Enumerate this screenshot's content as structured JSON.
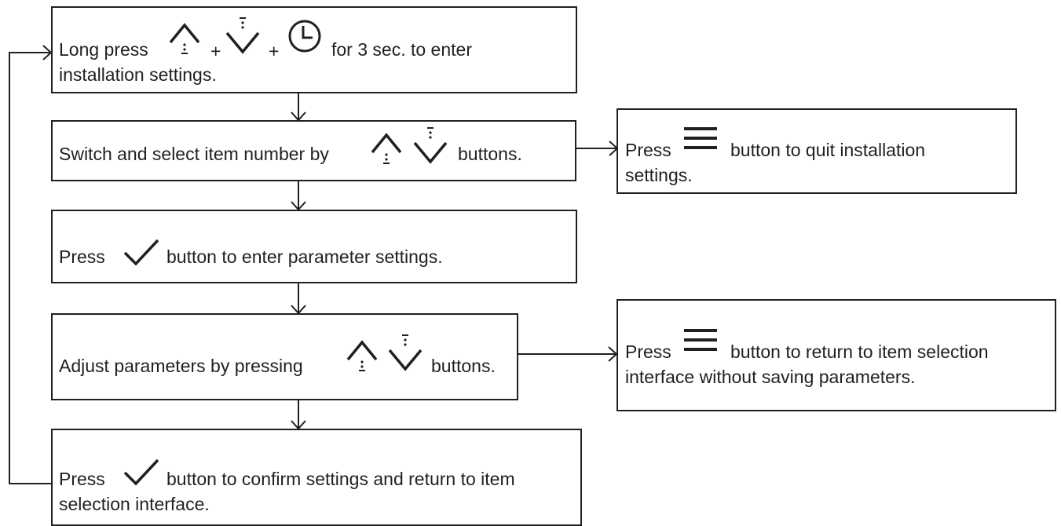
{
  "steps": {
    "enter": {
      "long_press": "Long press",
      "plus_a": "+",
      "plus_b": "+",
      "for_text": "for 3 sec. to enter",
      "line2": "installation settings."
    },
    "select": {
      "text_a": "Switch and select item number by",
      "text_b": "buttons."
    },
    "param": {
      "text_a": "Press",
      "text_b": "button to enter parameter settings."
    },
    "adjust": {
      "text_a": "Adjust parameters by pressing",
      "text_b": "buttons."
    },
    "confirm": {
      "text_a": "Press",
      "text_b": "button to confirm settings and return to item",
      "line2": "selection interface."
    }
  },
  "side": {
    "quit": {
      "text_a": "Press",
      "text_b": "button to quit installation",
      "line2": "settings."
    },
    "return": {
      "text_a": "Press",
      "text_b": "button to return to item selection",
      "line2": "interface without saving parameters."
    }
  },
  "icons": [
    "up-icon",
    "down-icon",
    "clock-icon",
    "menu-icon",
    "check-icon"
  ],
  "colors": {
    "ink": "#231f20",
    "background": "#ffffff"
  }
}
